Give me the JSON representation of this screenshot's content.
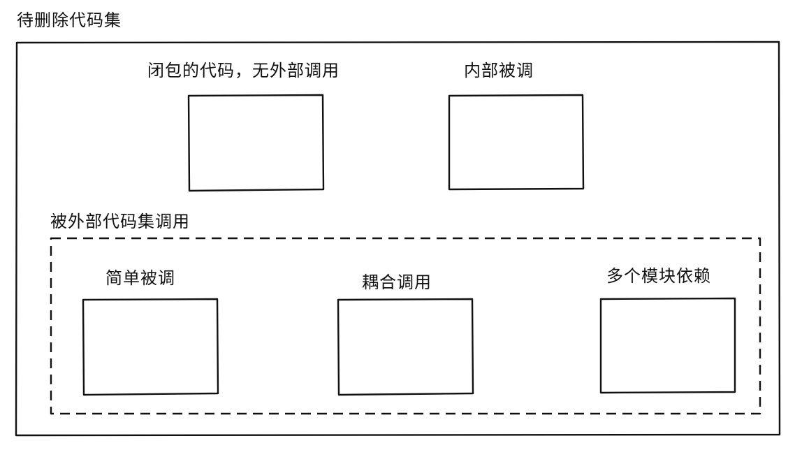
{
  "title": "待删除代码集",
  "top_boxes": [
    {
      "label": "闭包的代码，无外部调用"
    },
    {
      "label": "内部被调"
    }
  ],
  "group": {
    "label": "被外部代码集调用",
    "boxes": [
      {
        "label": "简单被调"
      },
      {
        "label": "耦合调用"
      },
      {
        "label": "多个模块依赖"
      }
    ]
  }
}
